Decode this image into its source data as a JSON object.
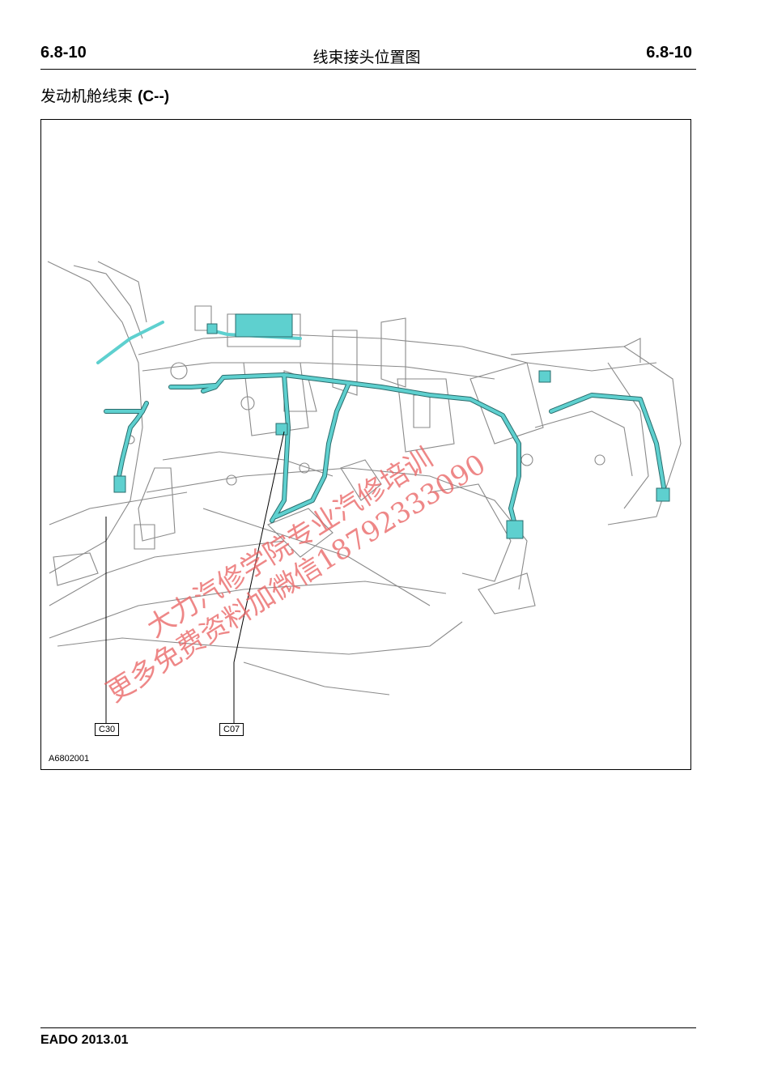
{
  "header": {
    "page_left": "6.8-10",
    "title": "线束接头位置图",
    "page_right": "6.8-10"
  },
  "section": {
    "title_cn": "发动机舱线束",
    "title_code": "(C--)"
  },
  "figure": {
    "callouts": [
      "C30",
      "C07"
    ],
    "figure_id": "A6802001",
    "watermark_line1": "大力汽修学院专业汽修培训",
    "watermark_line2": "更多免费资料加微信18792333090",
    "colors": {
      "harness": "#5ed0cf",
      "outline": "#888888",
      "watermark": "#e96060"
    }
  },
  "footer": {
    "text": "EADO 2013.01"
  }
}
